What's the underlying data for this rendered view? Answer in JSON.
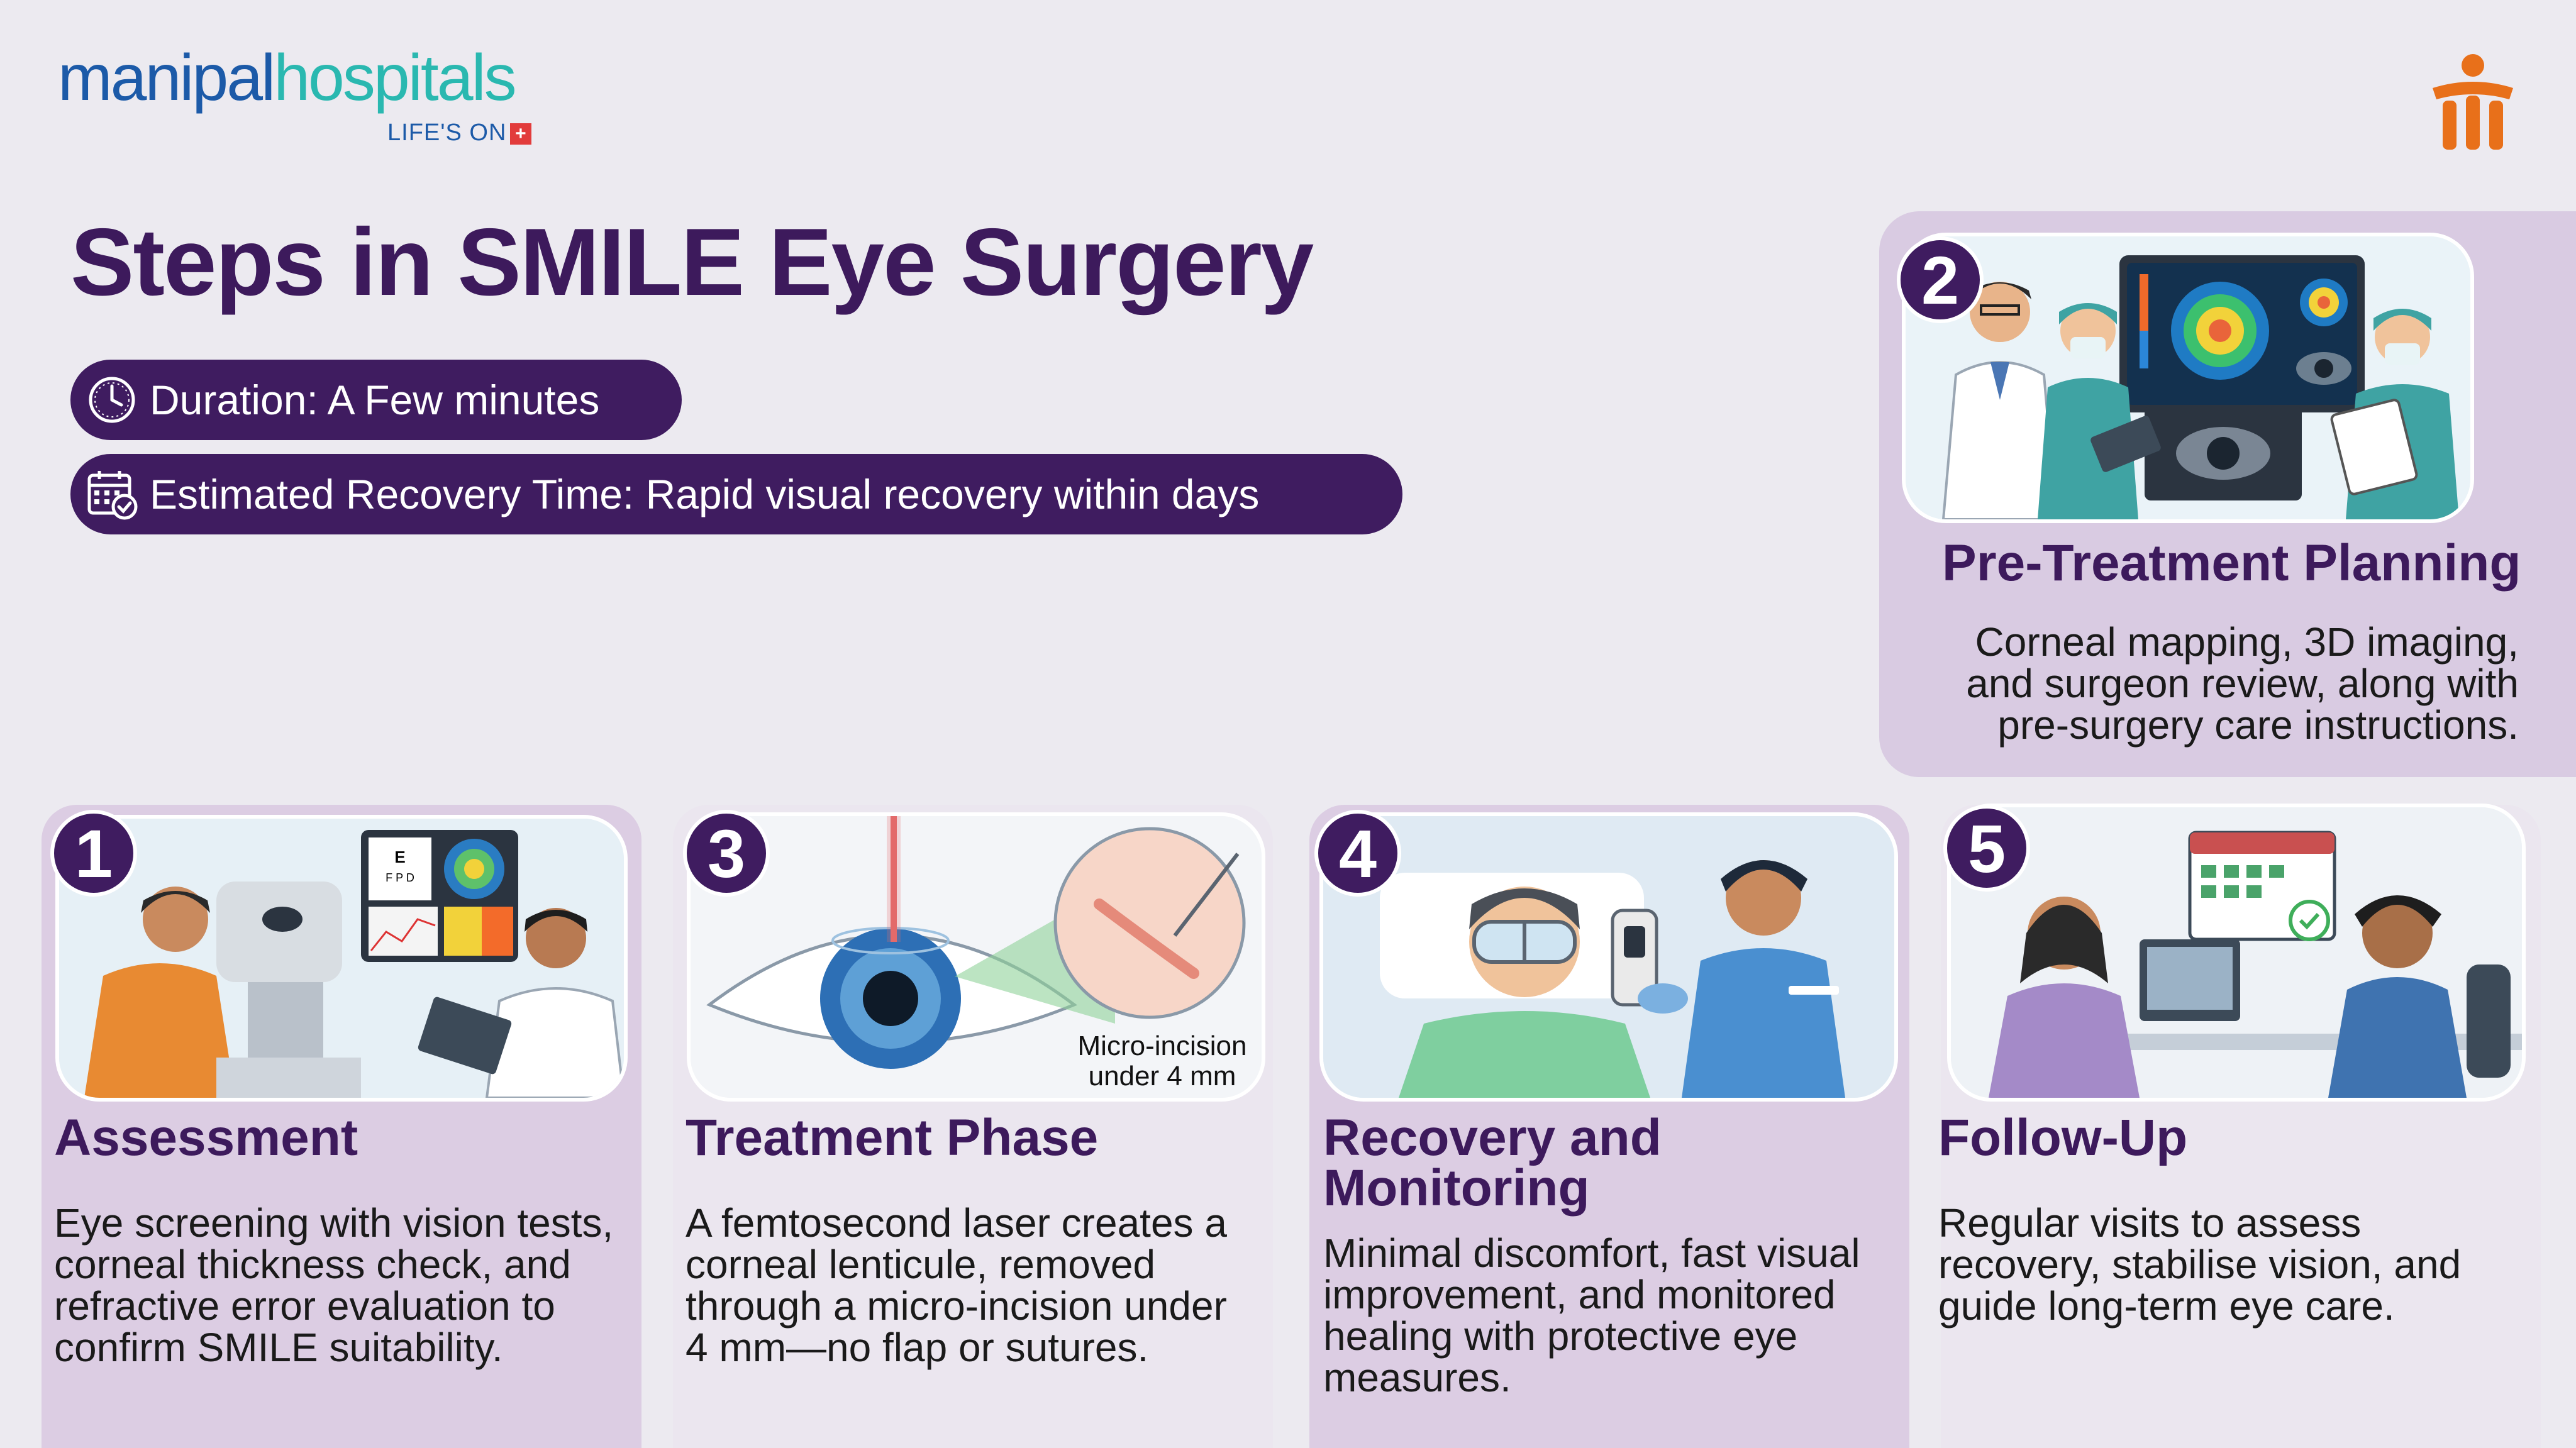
{
  "brand": {
    "name_part1": "manipal",
    "name_part2": "hospitals",
    "tagline": "LIFE'S ON",
    "logo_icon": "red-cross-icon",
    "mark_icon": "manipal-figure-icon"
  },
  "title": "Steps in SMILE Eye Surgery",
  "info": {
    "duration": "Duration: A Few minutes",
    "duration_icon": "clock-icon",
    "recovery": "Estimated Recovery Time: Rapid visual recovery within days",
    "recovery_icon": "calendar-check-icon"
  },
  "steps": [
    {
      "number": "1",
      "title": "Assessment",
      "description_lines": [
        "Eye screening with vision tests,",
        "corneal thickness check, and",
        "refractive error evaluation to",
        "confirm SMILE suitability."
      ],
      "illustration": "eye-examination-illustration"
    },
    {
      "number": "2",
      "title": "Pre-Treatment Planning",
      "description_lines": [
        "Corneal mapping, 3D imaging,",
        "and surgeon review, along with",
        "pre-surgery care instructions."
      ],
      "illustration": "doctors-planning-illustration"
    },
    {
      "number": "3",
      "title": "Treatment Phase",
      "description_lines": [
        "A femtosecond laser creates a",
        "corneal lenticule, removed",
        "through a micro-incision under",
        "4 mm—no flap or sutures."
      ],
      "illustration": "laser-eye-illustration",
      "callout_lines": [
        "Micro-incision",
        "under 4 mm"
      ]
    },
    {
      "number": "4",
      "title_lines": [
        "Recovery and",
        "Monitoring"
      ],
      "description_lines": [
        "Minimal discomfort, fast visual",
        "improvement, and monitored",
        "healing with protective eye",
        "measures."
      ],
      "illustration": "patient-recovery-illustration"
    },
    {
      "number": "5",
      "title": "Follow-Up",
      "description_lines": [
        "Regular visits to assess",
        "recovery, stabilise vision, and",
        "guide long-term eye care."
      ],
      "illustration": "follow-up-consultation-illustration"
    }
  ],
  "colors": {
    "primary_purple": "#3f1c60",
    "title_purple": "#3d1a5c",
    "panel_lavender": "#dccde3",
    "brand_blue": "#1c5aa8",
    "brand_teal": "#2ab8b0",
    "brand_orange": "#e8701a",
    "background": "#eceaf0"
  }
}
